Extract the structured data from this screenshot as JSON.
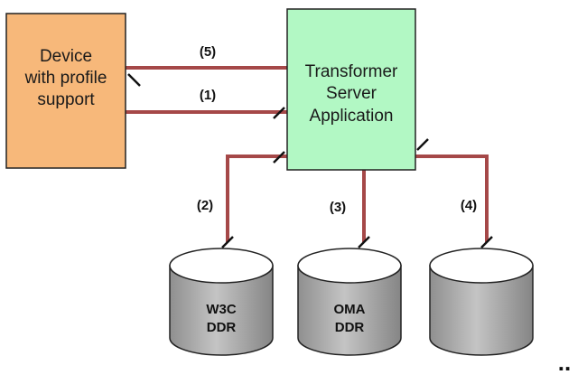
{
  "device": {
    "lines": [
      "Device",
      "with profile",
      "support"
    ],
    "fill": "#f7b87a"
  },
  "server": {
    "lines": [
      "Transformer",
      "Server",
      "Application"
    ],
    "fill": "#b2f8c4"
  },
  "connector_color": "#a54848",
  "steps": {
    "s1": "(1)",
    "s2": "(2)",
    "s3": "(3)",
    "s4": "(4)",
    "s5": "(5)"
  },
  "databases": [
    {
      "lines": [
        "W3C",
        "DDR"
      ]
    },
    {
      "lines": [
        "OMA",
        "DDR"
      ]
    },
    {
      "lines": []
    }
  ],
  "more_indicator": ".."
}
